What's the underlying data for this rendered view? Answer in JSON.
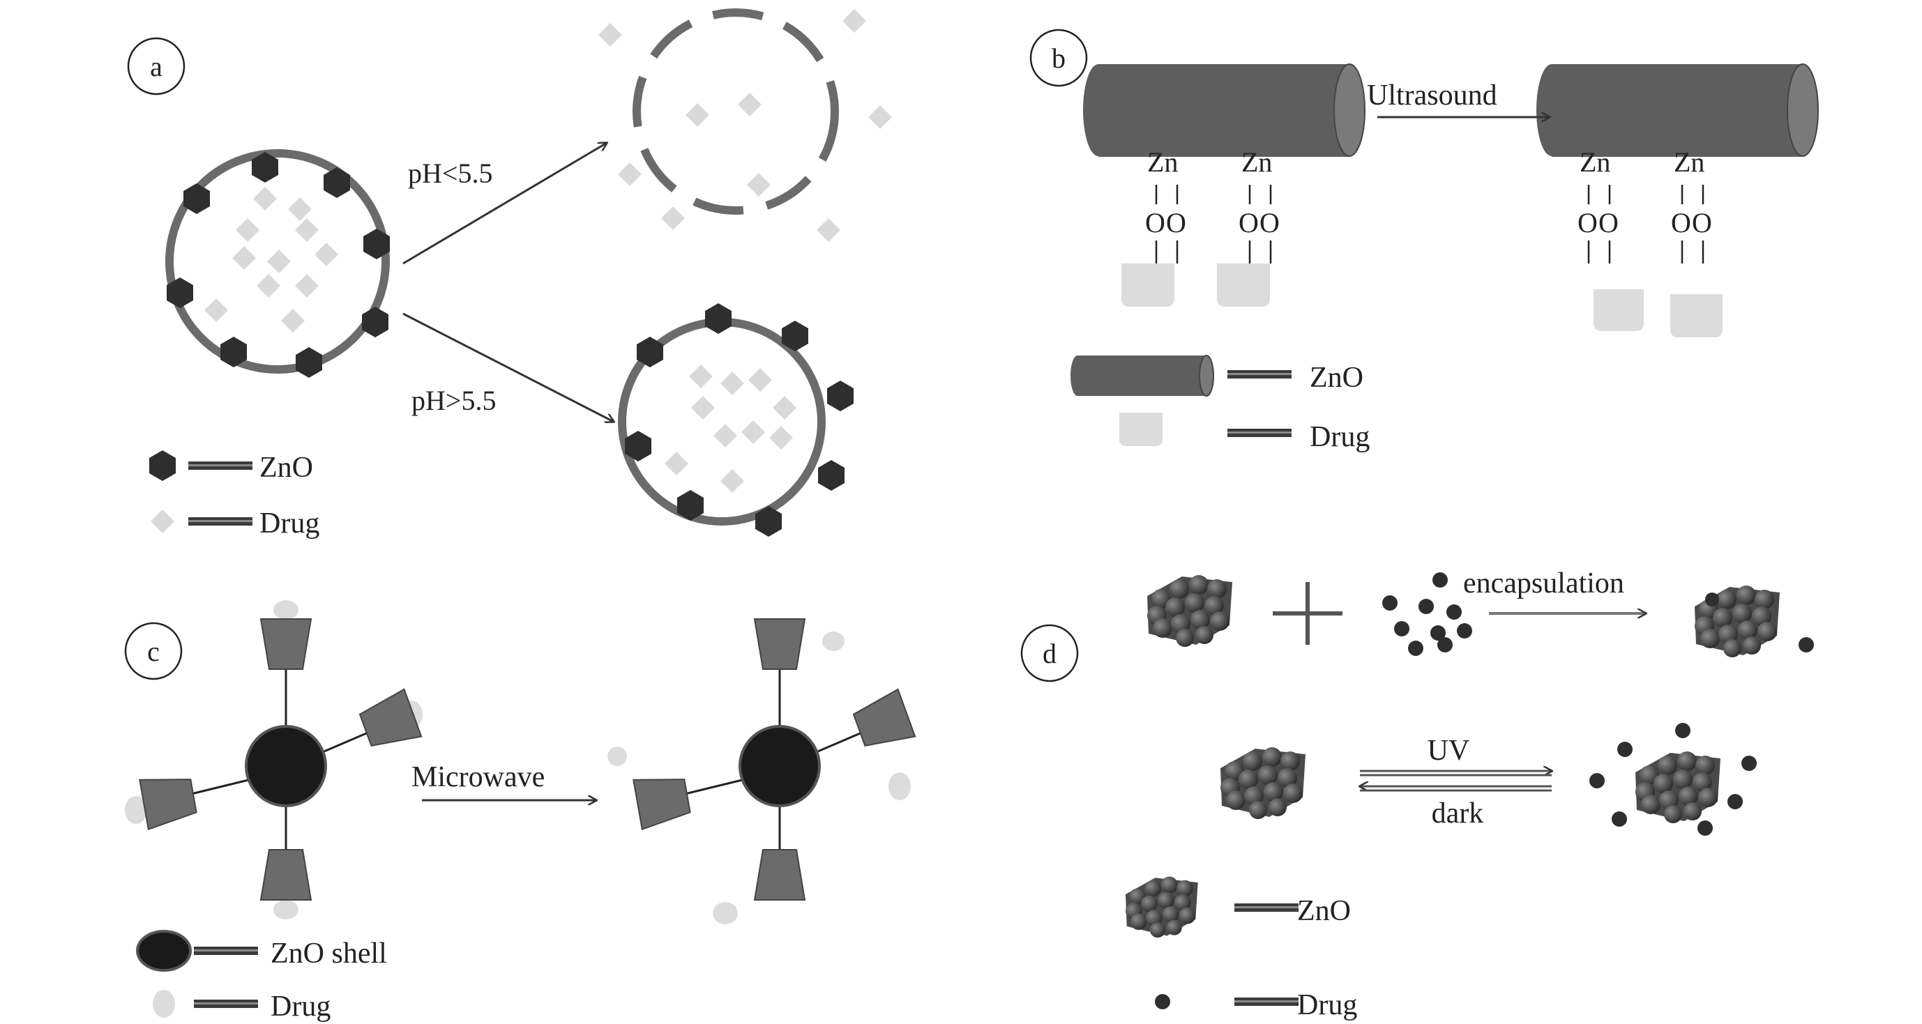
{
  "panels": {
    "a": {
      "label": "a",
      "condition_low": "pH<5.5",
      "condition_high": "pH>5.5",
      "legend": {
        "zno": "ZnO",
        "drug": "Drug"
      }
    },
    "b": {
      "label": "b",
      "trigger": "Ultrasound",
      "zn": "Zn",
      "oxygen": "O",
      "legend": {
        "zno": "ZnO",
        "drug": "Drug"
      }
    },
    "c": {
      "label": "c",
      "trigger": "Microwave",
      "legend": {
        "zno_shell": "ZnO shell",
        "drug": "Drug"
      }
    },
    "d": {
      "label": "d",
      "step": "encapsulation",
      "forward": "UV",
      "reverse": "dark",
      "legend": {
        "zno": "ZnO",
        "drug": "Drug"
      }
    }
  },
  "colors": {
    "zno_dark": "#2e2e2e",
    "shell_gray": "#6b6b6b",
    "drug_light": "#d9d9d9",
    "arrow": "#333333"
  }
}
